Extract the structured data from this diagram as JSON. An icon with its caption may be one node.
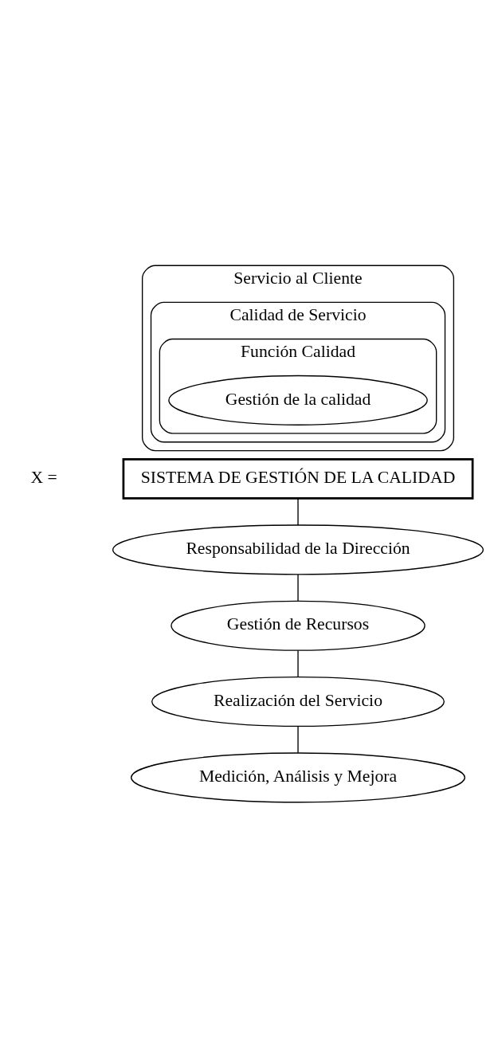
{
  "diagram": {
    "nodes": [
      {
        "text": [
          "Servicio al Cliente"
        ]
      },
      {
        "text": [
          "Calidad de Servicio"
        ],
        "in": 0
      },
      {
        "text": [
          "Función Calidad"
        ],
        "in": 1
      },
      {
        "text": [
          "Gestión de la calidad"
        ],
        "in": 2
      },
      {
        "text": [
          "SISTEMA DE GESTIÓN DE LA CALIDAD"
        ]
      },
      {
        "text": [
          "Responsabilidad de la Dirección"
        ]
      },
      {
        "text": [
          "Gestión de Recursos"
        ]
      },
      {
        "text": [
          "Realización del Servicio"
        ]
      },
      {
        "text": [
          "Medición, Análisis y Mejora"
        ]
      }
    ],
    "edges": [
      {
        "from": 4,
        "to": 5,
        "arrow": "none"
      },
      {
        "from": 5,
        "to": 6,
        "arrow": "none"
      },
      {
        "from": 6,
        "to": 7,
        "arrow": "none"
      },
      {
        "from": 7,
        "to": 8,
        "arrow": "none"
      }
    ],
    "labels": [
      "X ="
    ]
  }
}
